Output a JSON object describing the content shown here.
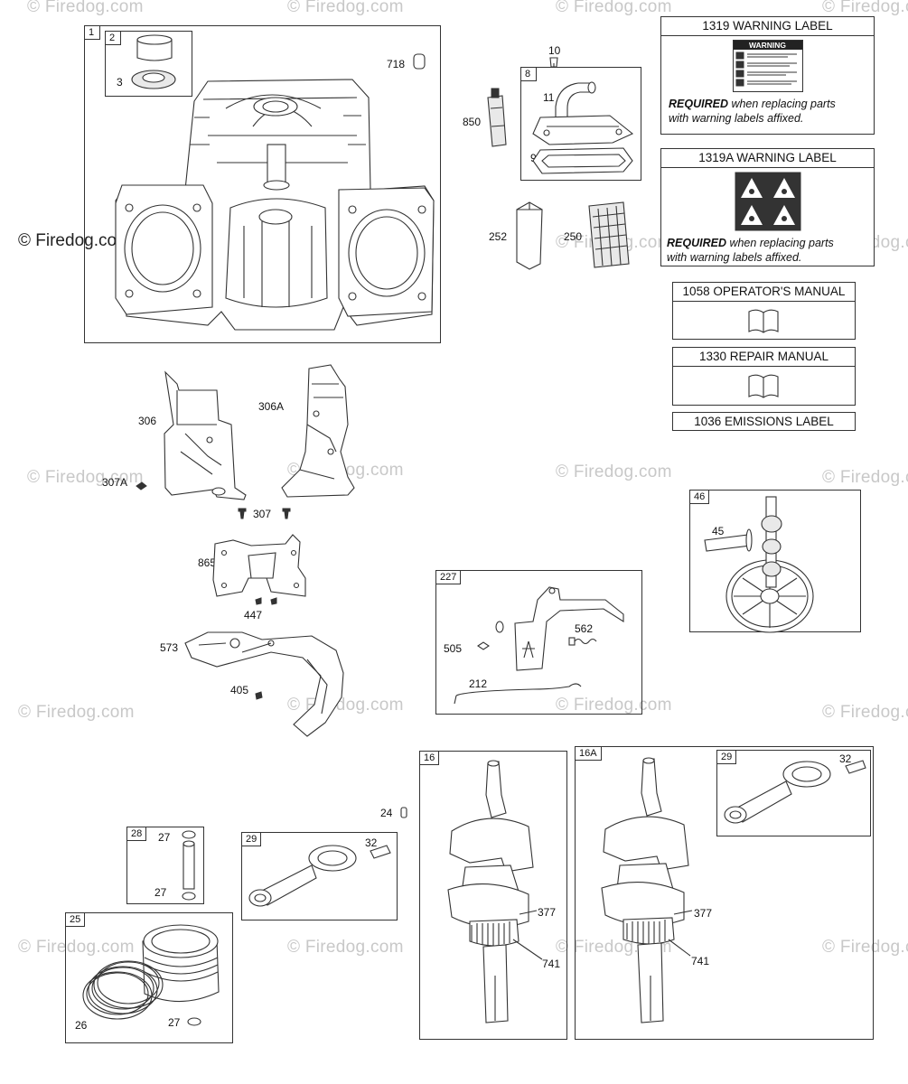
{
  "watermark": "© Firedog.com",
  "watermark_main": "© Firedog.com",
  "boxes": {
    "b1": "1",
    "b2": "2",
    "b8": "8",
    "b227": "227",
    "b46": "46",
    "b16": "16",
    "b16a": "16A",
    "b29a": "29",
    "b29b": "29",
    "b28": "28",
    "b25": "25"
  },
  "parts": {
    "p3": "3",
    "p718": "718",
    "p10": "10",
    "p11": "11",
    "p850": "850",
    "p9": "9",
    "p252": "252",
    "p250": "250",
    "p306": "306",
    "p306a": "306A",
    "p307a": "307A",
    "p307": "307",
    "p865": "865",
    "p447": "447",
    "p573": "573",
    "p405": "405",
    "p505": "505",
    "p562": "562",
    "p212": "212",
    "p45": "45",
    "p24": "24",
    "p27a": "27",
    "p27b": "27",
    "p27c": "27",
    "p26": "26",
    "p32a": "32",
    "p32b": "32",
    "p377a": "377",
    "p741a": "741",
    "p377b": "377",
    "p741b": "741"
  },
  "labels": {
    "warning1319": {
      "title": "1319 WARNING LABEL",
      "sign": "WARNING",
      "req_bold": "REQUIRED",
      "req_rest1": " when replacing parts",
      "req_line2": "with warning labels affixed."
    },
    "warning1319a": {
      "title": "1319A WARNING LABEL",
      "req_bold": "REQUIRED",
      "req_rest1": " when replacing parts",
      "req_line2": "with warning labels affixed."
    },
    "manual1058": "1058 OPERATOR'S MANUAL",
    "manual1330": "1330 REPAIR MANUAL",
    "emissions1036": "1036 EMISSIONS LABEL"
  }
}
